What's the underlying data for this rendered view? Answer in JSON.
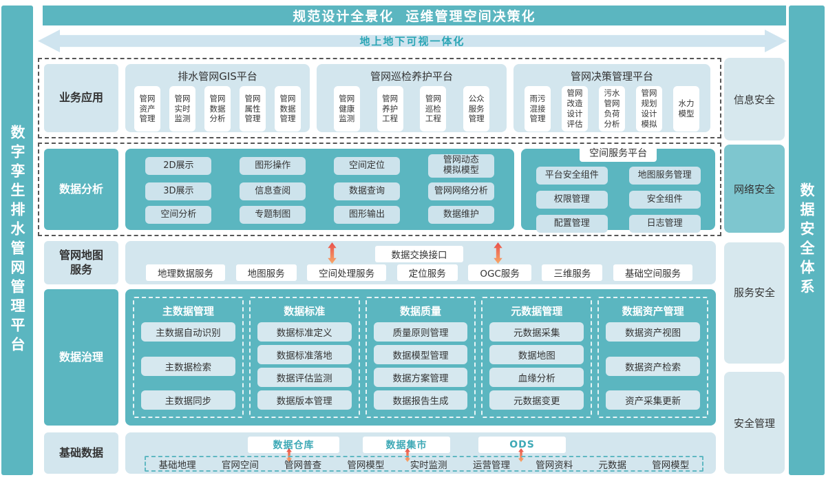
{
  "left_bar": {
    "title": "数字孪生排水管网管理平台"
  },
  "right_bar": {
    "title": "数据安全体系"
  },
  "header": {
    "title": "规范设计全景化  运维管理空间决策化"
  },
  "banner": {
    "label": "地上地下可视一体化"
  },
  "colors": {
    "teal": "#5bb6c0",
    "teal_light": "#7ec6cf",
    "panel_light": "#d3e6ee",
    "pill_light": "#cde3ec",
    "arrow_red": "#e84f4b",
    "arrow_orange": "#f8a868",
    "accent_text": "#3fa9b6"
  },
  "icons": {
    "exchange_arrow": "vertical-double-arrow"
  },
  "security_column": [
    "信息安全",
    "网络安全",
    "服务安全",
    "安全管理"
  ],
  "rows": {
    "business": {
      "label": "业务应用",
      "groups": [
        {
          "title": "排水管网GIS平台",
          "items": [
            "管网\n资产\n管理",
            "管网\n实时\n监测",
            "管网\n数据\n分析",
            "管网\n属性\n管理",
            "管网\n数据\n管理"
          ]
        },
        {
          "title": "管网巡检养护平台",
          "items": [
            "管网\n健康\n监测",
            "管网\n养护\n工程",
            "管网\n巡检\n工程",
            "公众\n服务\n管理"
          ]
        },
        {
          "title": "管网决策管理平台",
          "items": [
            "雨污\n混接\n管理",
            "管网\n改造\n设计\n评估",
            "污水\n管网\n负荷\n分析",
            "管网\n规划\n设计\n模拟",
            "水力\n模型"
          ]
        }
      ]
    },
    "analysis": {
      "label": "数据分析",
      "items": [
        "2D展示",
        "图形操作",
        "空间定位",
        "管网动态\n模拟模型",
        "3D展示",
        "信息查阅",
        "数据查询",
        "管网网络分析",
        "空间分析",
        "专题制图",
        "图形输出",
        "数据维护"
      ],
      "service_platform": {
        "title": "空间服务平台",
        "items": [
          "平台安全组件",
          "地图服务管理",
          "权限管理",
          "安全组件",
          "配置管理",
          "日志管理"
        ]
      }
    },
    "map_service": {
      "label": "管网地图\n服务",
      "exchange_label": "数据交换接口",
      "services": [
        "地理数据服务",
        "地图服务",
        "空间处理服务",
        "定位服务",
        "OGC服务",
        "三维服务",
        "基础空间服务"
      ]
    },
    "governance": {
      "label": "数据治理",
      "groups": [
        {
          "title": "主数据管理",
          "items": [
            "主数据自动识别",
            "主数据检索",
            "主数据同步"
          ]
        },
        {
          "title": "数据标准",
          "items": [
            "数据标准定义",
            "数据标准落地",
            "数据评估监测",
            "数据版本管理"
          ]
        },
        {
          "title": "数据质量",
          "items": [
            "质量原则管理",
            "数据模型管理",
            "数据方案管理",
            "数据报告生成"
          ]
        },
        {
          "title": "元数据管理",
          "items": [
            "元数据采集",
            "数据地图",
            "血缘分析",
            "元数据变更"
          ]
        },
        {
          "title": "数据资产管理",
          "items": [
            "数据资产视图",
            "数据资产检索",
            "资产采集更新"
          ]
        }
      ]
    },
    "base_data": {
      "label": "基础数据",
      "stores": [
        "数据仓库",
        "数据集市",
        "ODS"
      ],
      "sources": [
        "基础地理",
        "官网空间",
        "管网普查",
        "管网模型",
        "实时监测",
        "运营管理",
        "管网资料",
        "元数据",
        "管网模型"
      ]
    }
  }
}
